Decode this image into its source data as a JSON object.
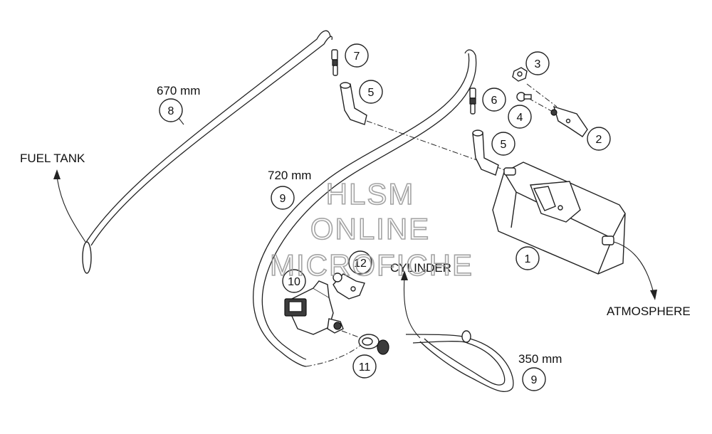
{
  "labels": {
    "fuel_tank": "FUEL TANK",
    "cylinder": "CYLINDER",
    "atmosphere": "ATMOSPHERE",
    "len_670": "670 mm",
    "len_720": "720 mm",
    "len_350": "350 mm"
  },
  "callouts": {
    "c1": "1",
    "c2": "2",
    "c3": "3",
    "c4": "4",
    "c5a": "5",
    "c5b": "5",
    "c6": "6",
    "c7": "7",
    "c8": "8",
    "c9a": "9",
    "c9b": "9",
    "c10": "10",
    "c11": "11",
    "c12": "12"
  },
  "watermark": {
    "line1": "HLSM",
    "line2": "ONLINE",
    "line3": "MICROFICHE"
  }
}
